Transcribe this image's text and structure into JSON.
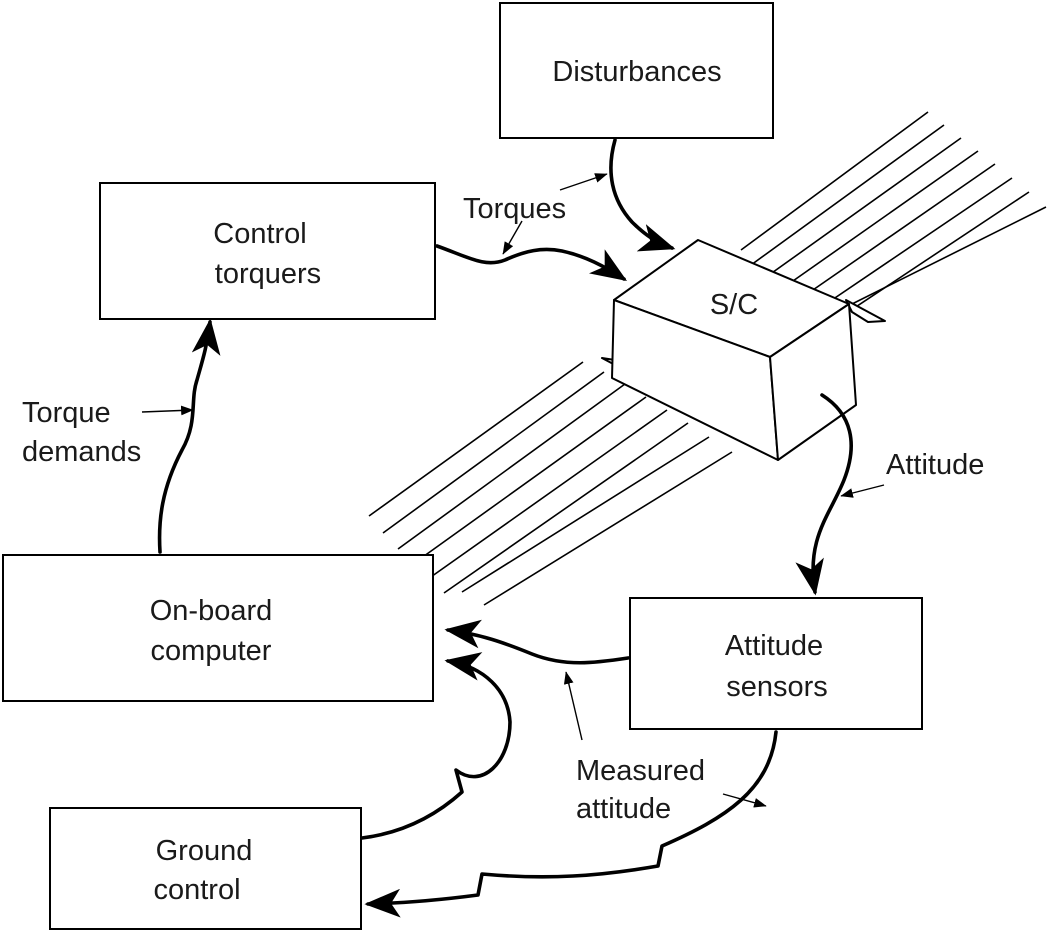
{
  "colors": {
    "ink": "#000000",
    "text": "#1a1a1a",
    "background": "#ffffff"
  },
  "blocks": {
    "disturbances": "Disturbances",
    "control_torquers": [
      "Control",
      "torquers"
    ],
    "spacecraft": "S/C",
    "onboard_computer": [
      "On-board",
      "computer"
    ],
    "attitude_sensors": [
      "Attitude",
      "sensors"
    ],
    "ground_control": [
      "Ground",
      "control"
    ]
  },
  "signals": {
    "torques": "Torques",
    "torque_demands": [
      "Torque",
      "demands"
    ],
    "attitude": "Attitude",
    "measured_attitude": [
      "Measured",
      "attitude"
    ]
  }
}
